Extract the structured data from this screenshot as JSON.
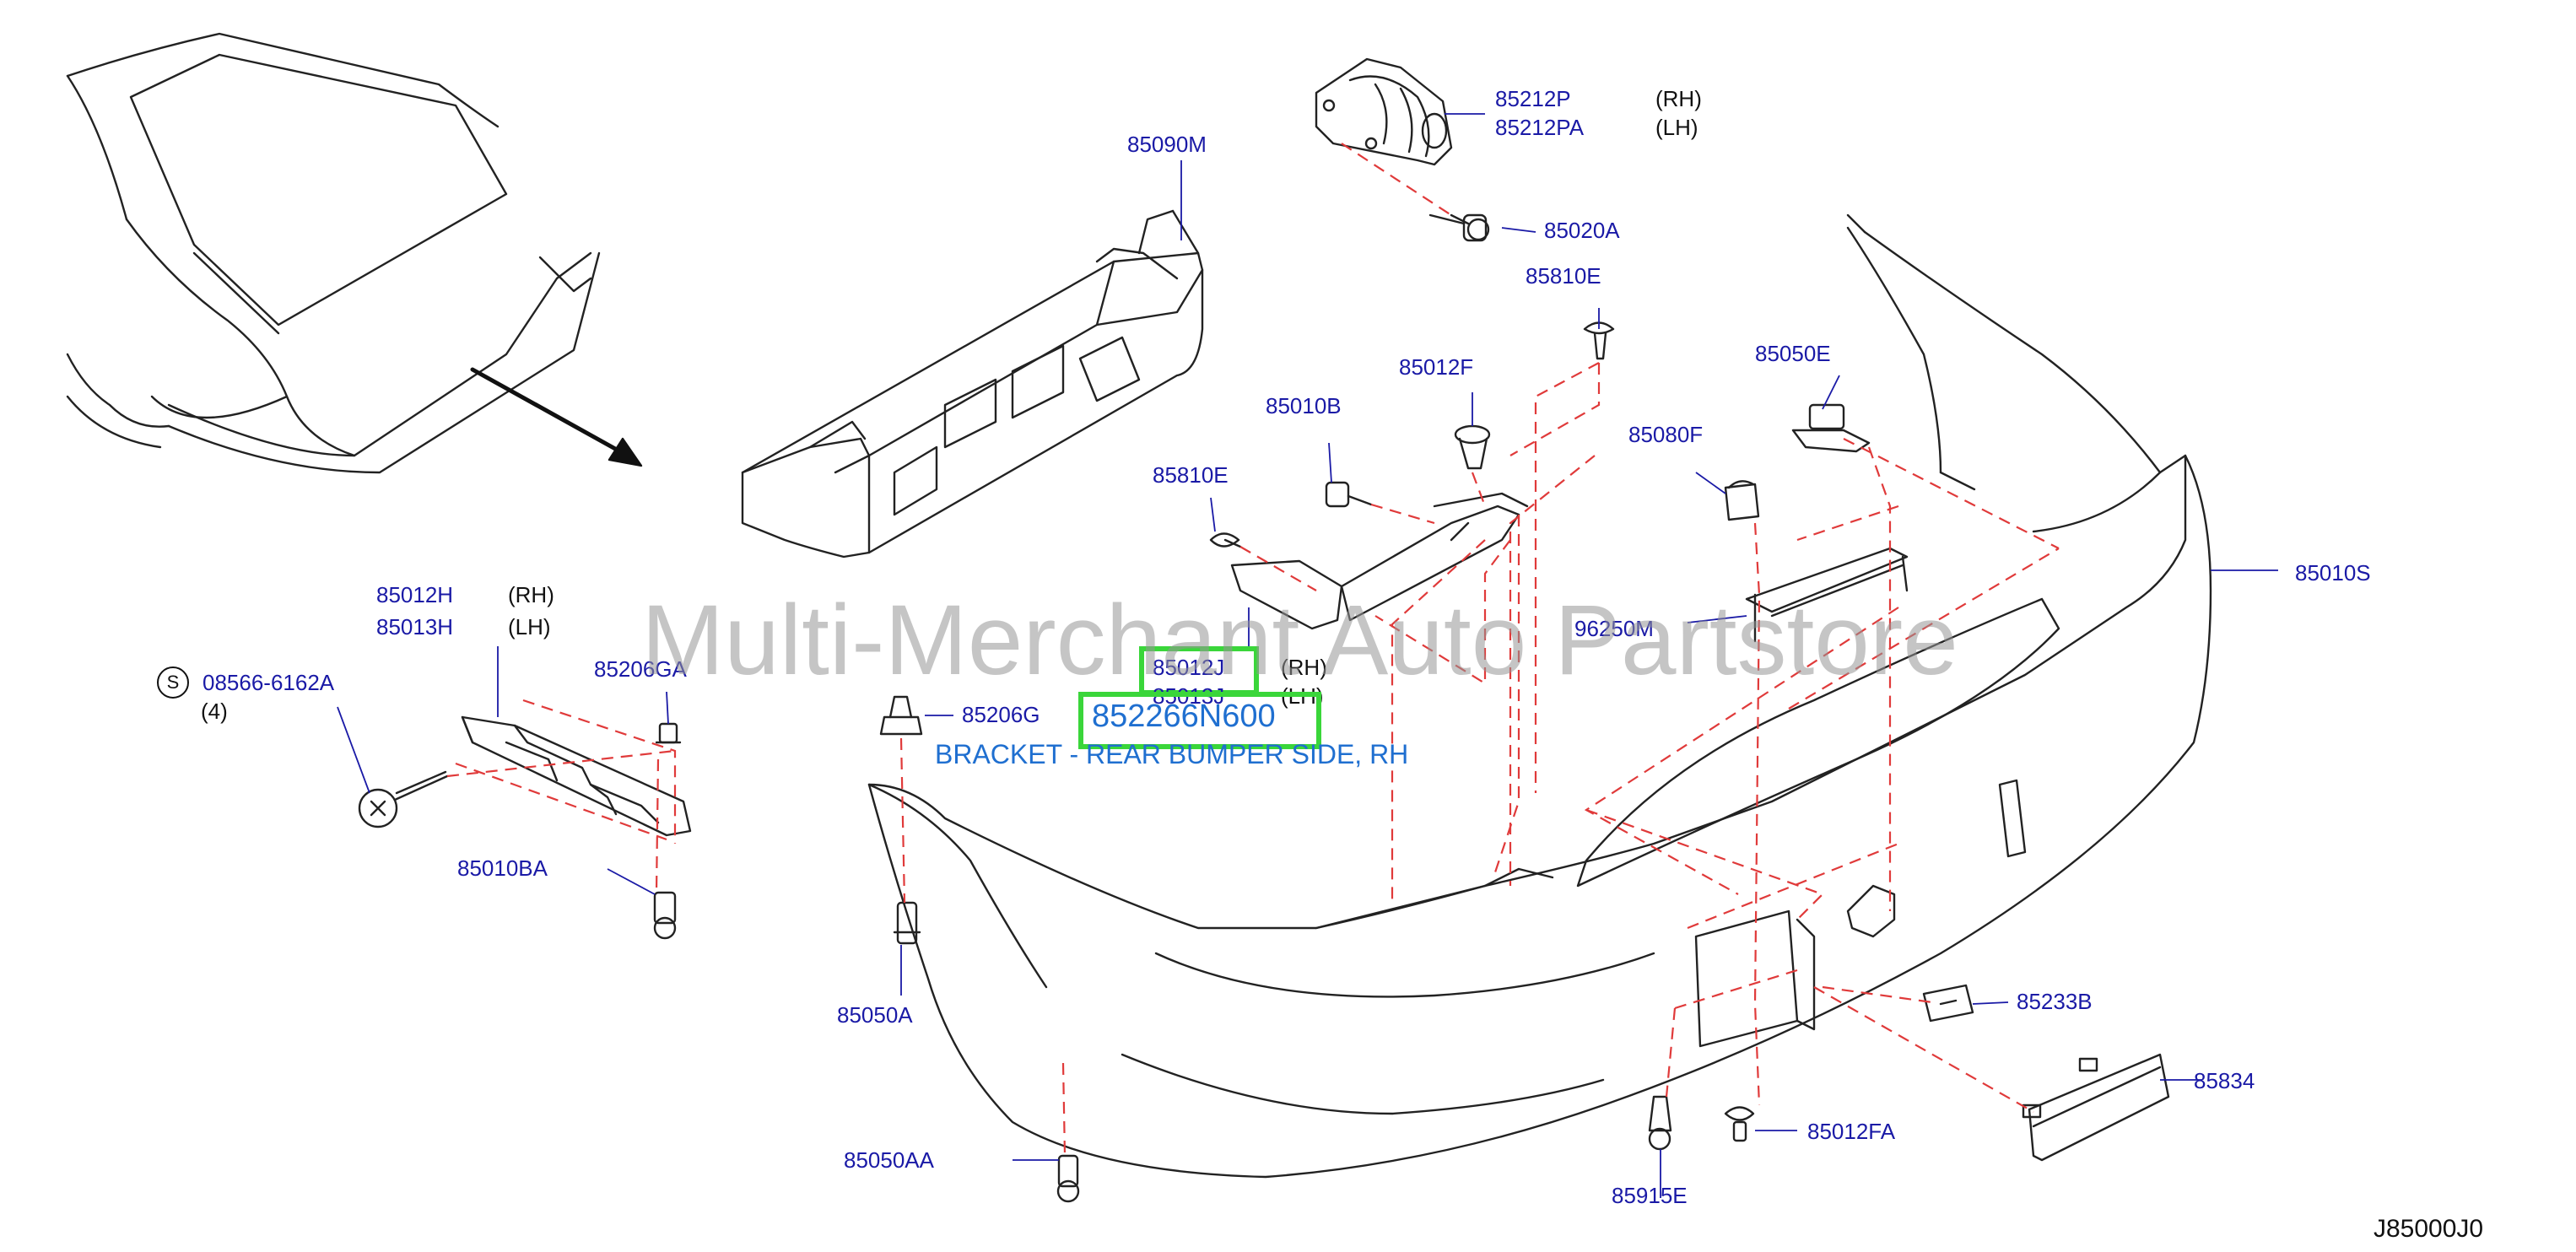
{
  "diagram": {
    "watermark": "Multi-Merchant Auto Partstore",
    "reference_code": "J85000J0",
    "selected": {
      "part_number": "852266N600",
      "description": "BRACKET - REAR BUMPER SIDE, RH"
    },
    "callouts": {
      "p85212P": "85212P",
      "p85212PA": "85212PA",
      "rh_85212": "(RH)",
      "lh_85212": "(LH)",
      "p85090M": "85090M",
      "p85020A": "85020A",
      "p85810E_top": "85810E",
      "p85050E": "85050E",
      "p85012F": "85012F",
      "p85010B": "85010B",
      "p85080F": "85080F",
      "p85810E_left": "85810E",
      "p85010S": "85010S",
      "p96250M": "96250M",
      "p85012H": "85012H",
      "rh_85012H": "(RH)",
      "p85013H": "85013H",
      "lh_85013H": "(LH)",
      "p08566": "08566-6162A",
      "s_symbol": "S",
      "qty_08566": "(4)",
      "p85206GA": "85206GA",
      "p85012J": "85012J",
      "rh_85012J": "(RH)",
      "p85013J": "85013J",
      "lh_85013J": "(LH)",
      "p85206G": "85206G",
      "p85010BA": "85010BA",
      "p85050A": "85050A",
      "p85050AA": "85050AA",
      "p85233B": "85233B",
      "p85834": "85834",
      "p85012FA": "85012FA",
      "p85915E": "85915E"
    },
    "colors": {
      "callout_text": "#1a1aa6",
      "highlight_box": "#3ad63a",
      "selected_text": "#1f6fd0",
      "dash_line": "#e03a3a",
      "outline": "#222222"
    }
  }
}
